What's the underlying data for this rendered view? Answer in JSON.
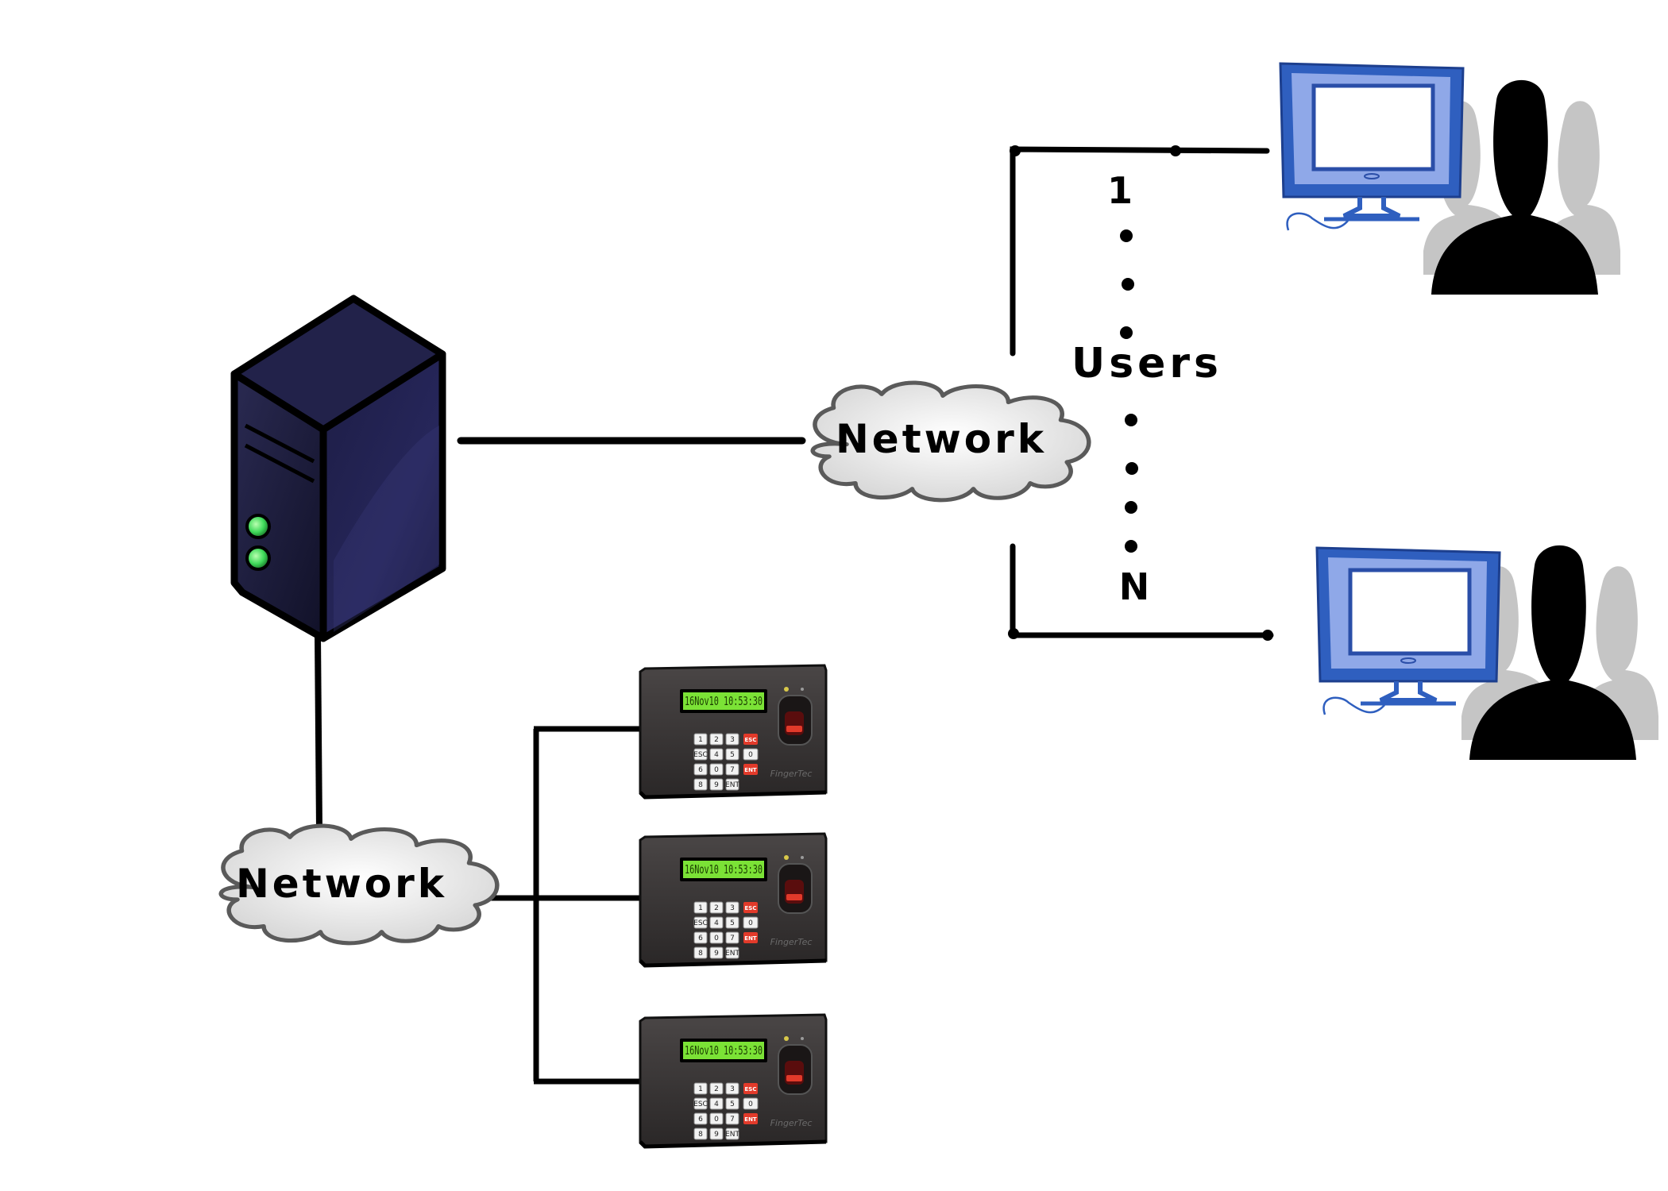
{
  "diagram": {
    "clouds": {
      "server_side_label": "Network",
      "terminal_side_label": "Network"
    },
    "users": {
      "label": "Users",
      "first_index": "1",
      "last_index": "N"
    },
    "terminals": [
      {
        "display": "16Nov10 10:53:30",
        "keys": [
          "1",
          "2",
          "3",
          "ESC",
          "4",
          "5",
          "6",
          "0",
          "7",
          "8",
          "9",
          "ENT"
        ],
        "brand": "FingerTec"
      },
      {
        "display": "16Nov10 10:53:30",
        "keys": [
          "1",
          "2",
          "3",
          "ESC",
          "4",
          "5",
          "6",
          "0",
          "7",
          "8",
          "9",
          "ENT"
        ],
        "brand": "FingerTec"
      },
      {
        "display": "16Nov10 10:53:30",
        "keys": [
          "1",
          "2",
          "3",
          "ESC",
          "4",
          "5",
          "6",
          "0",
          "7",
          "8",
          "9",
          "ENT"
        ],
        "brand": "FingerTec"
      }
    ],
    "colors": {
      "server_body": "#1c1c3c",
      "led": "#3fd95a",
      "monitor_blue": "#2f5fbf",
      "cloud_fill": "#ececec",
      "lcd_green": "#7be236"
    }
  }
}
